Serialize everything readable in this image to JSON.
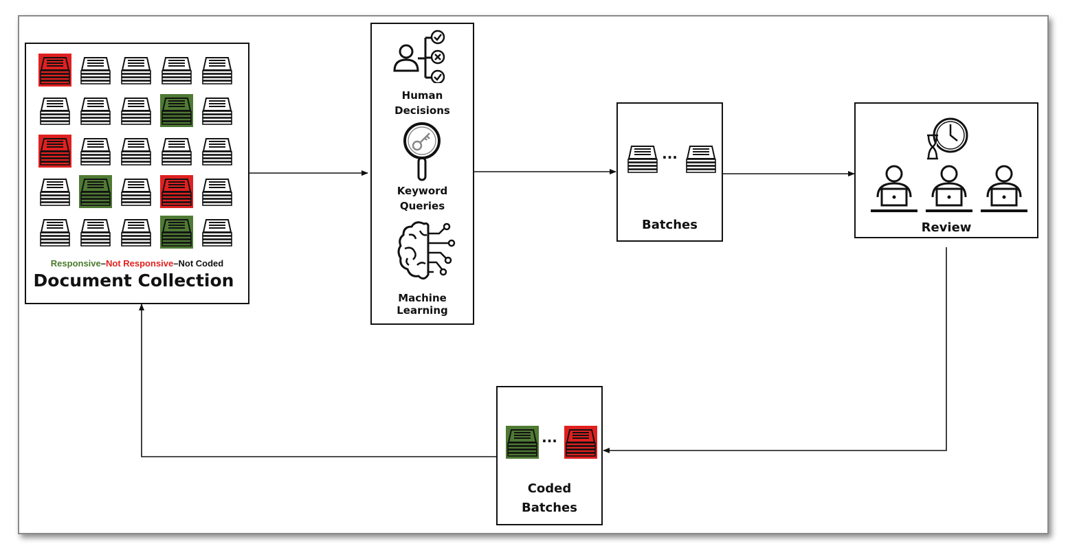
{
  "document_collection": {
    "title": "Document Collection",
    "legend": {
      "responsive": "Responsive",
      "sep1": "–",
      "not_responsive": "Not Responsive",
      "sep2": "–",
      "not_coded": "Not Coded"
    },
    "grid": [
      [
        "red",
        "white",
        "white",
        "white",
        "white"
      ],
      [
        "white",
        "white",
        "white",
        "green",
        "white"
      ],
      [
        "red",
        "white",
        "white",
        "white",
        "white"
      ],
      [
        "white",
        "green",
        "white",
        "red",
        "white"
      ],
      [
        "white",
        "white",
        "white",
        "green",
        "white"
      ]
    ]
  },
  "methods": {
    "human_decisions": [
      "Human",
      "Decisions"
    ],
    "keyword_queries": [
      "Keyword",
      "Queries"
    ],
    "machine_learning": "Machine Learning"
  },
  "batches": {
    "label": "Batches",
    "ellipsis": "···"
  },
  "review": {
    "label": "Review"
  },
  "coded_batches": {
    "label": [
      "Coded",
      "Batches"
    ],
    "ellipsis": "···"
  },
  "colors": {
    "responsive": "#4a7a2c",
    "not_responsive": "#e0211d",
    "not_coded": "#111111",
    "stack_green": "#4f7a34",
    "stack_red": "#e02020"
  }
}
